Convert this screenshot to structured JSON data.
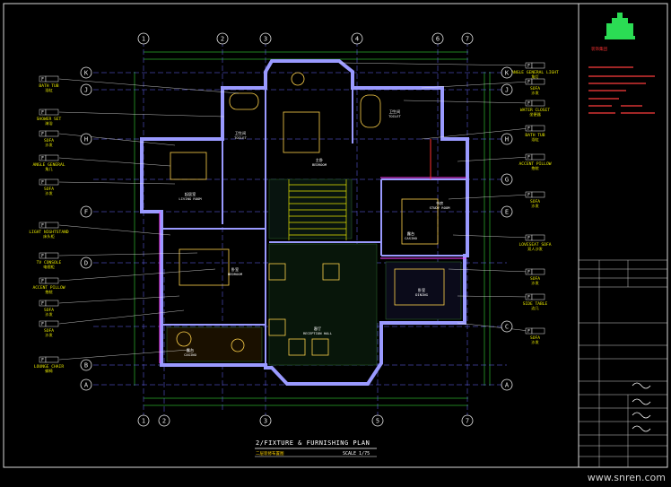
{
  "drawing": {
    "title": "2/FIXTURE & FURNISHING PLAN",
    "subtitle": "二层装修布置图",
    "scale": "SCALE 1/75"
  },
  "watermark": "www.snren.com",
  "company": "装饰集团",
  "grid": {
    "top_x": [
      "1",
      "2",
      "3",
      "4",
      "6",
      "7"
    ],
    "bottom_x": [
      "1",
      "2",
      "3",
      "5",
      "7"
    ],
    "left_y": [
      "K",
      "J",
      "H",
      "F",
      "D",
      "B",
      "A"
    ],
    "right_y": [
      "K",
      "J",
      "H",
      "G",
      "E",
      "C",
      "A"
    ]
  },
  "tags_left": [
    {
      "code": "F",
      "label": "BATH TUB",
      "cn": "浴缸"
    },
    {
      "code": "F",
      "label": "SHOWER SET",
      "cn": "淋浴"
    },
    {
      "code": "F",
      "label": "SOFA",
      "cn": "沙发"
    },
    {
      "code": "F",
      "label": "ANGLE GENERAL",
      "cn": "角几"
    },
    {
      "code": "F",
      "label": "SOFA",
      "cn": "沙发"
    },
    {
      "code": "F",
      "label": "LIGHT NIGHTSTAND",
      "cn": "床头柜"
    },
    {
      "code": "F",
      "label": "TV CONSOLE",
      "cn": "电视柜"
    },
    {
      "code": "F",
      "label": "ACCENT PILLOW",
      "cn": "抱枕"
    },
    {
      "code": "F",
      "label": "SOFA",
      "cn": "沙发"
    },
    {
      "code": "F",
      "label": "SOFA",
      "cn": "沙发"
    },
    {
      "code": "F",
      "label": "LOUNGE CHAIR",
      "cn": "躺椅"
    }
  ],
  "tags_right": [
    {
      "code": "F",
      "label": "ANGLE GENERAL LIGHT",
      "cn": "角灯"
    },
    {
      "code": "F",
      "label": "SOFA",
      "cn": "沙发"
    },
    {
      "code": "F",
      "label": "WATER CLOSET",
      "cn": "坐便器"
    },
    {
      "code": "F",
      "label": "BATH TUB",
      "cn": "浴缸"
    },
    {
      "code": "F",
      "label": "ACCENT PILLOW",
      "cn": "抱枕"
    },
    {
      "code": "F",
      "label": "SOFA",
      "cn": "沙发"
    },
    {
      "code": "F",
      "label": "LOVESEAT SOFA",
      "cn": "双人沙发"
    },
    {
      "code": "F",
      "label": "SOFA",
      "cn": "沙发"
    },
    {
      "code": "F",
      "label": "SIDE TABLE",
      "cn": "边几"
    },
    {
      "code": "F",
      "label": "SOFA",
      "cn": "沙发"
    }
  ],
  "rooms": [
    {
      "name": "卫生间",
      "label": "TOILET"
    },
    {
      "name": "主卧",
      "label": "BEDROOM"
    },
    {
      "name": "卫生间",
      "label": "TOILET"
    },
    {
      "name": "起居室",
      "label": "LIVING ROOM"
    },
    {
      "name": "卧室",
      "label": "BEDROOM"
    },
    {
      "name": "书房",
      "label": "STUDY ROOM"
    },
    {
      "name": "客厅",
      "label": "RECEPTION HALL"
    },
    {
      "name": "露台",
      "label": "CASINO"
    },
    {
      "name": "卧室",
      "label": "DINING"
    },
    {
      "name": "露台",
      "label": "CASINO"
    }
  ]
}
